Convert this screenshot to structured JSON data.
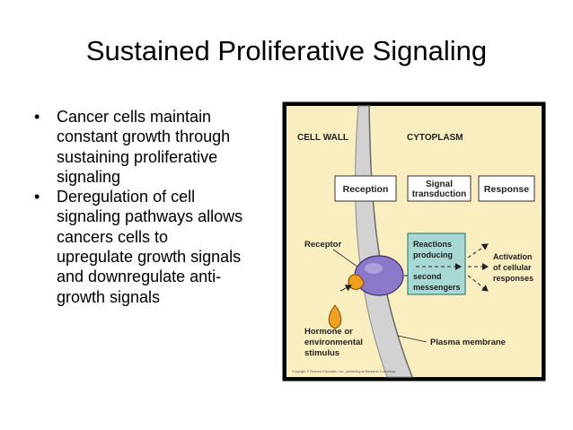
{
  "slide": {
    "title": "Sustained Proliferative Signaling",
    "bullets": [
      [
        "Cancer cells maintain",
        "constant growth through",
        "sustaining proliferative",
        "signaling"
      ],
      [
        "Deregulation of cell",
        "signaling pathways allows",
        "cancers cells to",
        "upregulate growth signals",
        "and downregulate anti-",
        "growth signals"
      ]
    ]
  },
  "diagram": {
    "cell_wall": "CELL WALL",
    "cytoplasm": "CYTOPLASM",
    "reception": "Reception",
    "signal_transduction": [
      "Signal",
      "transduction"
    ],
    "response": "Response",
    "receptor": "Receptor",
    "reactions": [
      "Reactions",
      "producing",
      "second",
      "messengers"
    ],
    "activation": [
      "Activation",
      "of cellular",
      "responses"
    ],
    "hormone": [
      "Hormone or",
      "environmental",
      "stimulus"
    ],
    "plasma_membrane": "Plasma membrane",
    "copyright": "Copyright © Pearson Education, Inc., publishing as Benjamin Cummings.",
    "colors": {
      "frame": "#000000",
      "background": "#f8eec0",
      "wall": "#d2d2d2",
      "receptor": "#8c78c8",
      "hormone": "#f0a020",
      "reactions_box": "#a8d8d4"
    }
  }
}
